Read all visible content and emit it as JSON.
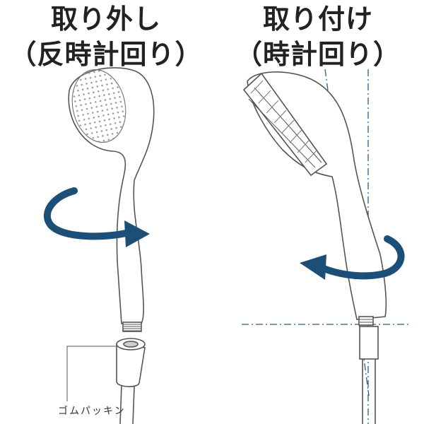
{
  "panels": {
    "remove": {
      "title_line1": "取り外し",
      "title_line2": "（反時計回り）",
      "direction": "counterclockwise"
    },
    "attach": {
      "title_line1": "取り付け",
      "title_line2": "（時計回り）",
      "direction": "clockwise"
    }
  },
  "callout": {
    "label": "ゴムパッキン"
  },
  "colors": {
    "arrow": "#1b4f78",
    "outline": "#555555",
    "guide_line": "#2a5d86",
    "heading_text": "#222222"
  },
  "icons": [
    "showerhead-icon",
    "rotation-arrow-icon"
  ]
}
